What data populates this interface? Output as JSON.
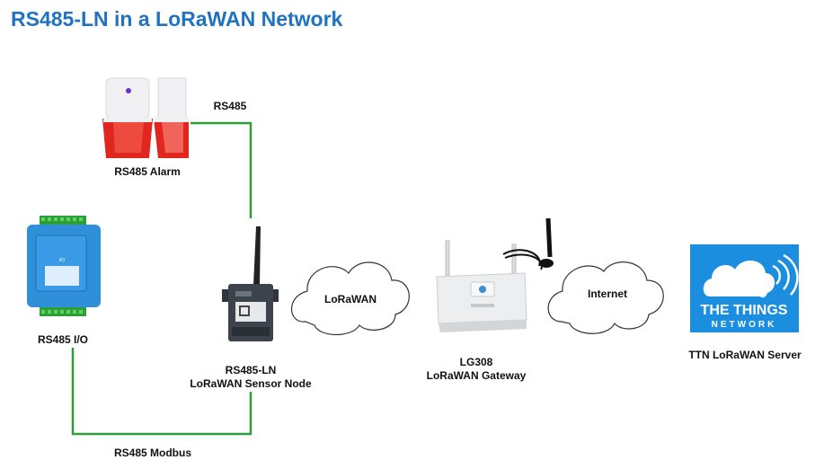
{
  "title": "RS485-LN in a LoRaWAN Network",
  "colors": {
    "title": "#1f73c0",
    "wire": "#2e9e3a",
    "alarm_red": "#e0261f",
    "io_blue": "#2f8fd8",
    "ttn_blue": "#1b8ee0"
  },
  "nodes": {
    "alarm": {
      "label": "RS485 Alarm",
      "icon": "siren-alarm-icon"
    },
    "io": {
      "label": "RS485 I/O",
      "icon": "io-module-icon"
    },
    "sensor_node": {
      "label_line1": "RS485-LN",
      "label_line2": "LoRaWAN Sensor Node",
      "icon": "sensor-node-icon"
    },
    "gateway": {
      "label_line1": "LG308",
      "label_line2": "LoRaWAN Gateway",
      "icon": "gateway-icon"
    },
    "server": {
      "label": "TTN LoRaWAN Server",
      "logo_line1": "THE THINGS",
      "logo_line2": "NETWORK",
      "icon": "ttn-logo-icon"
    }
  },
  "links": {
    "rs485": "RS485",
    "rs485_modbus": "RS485 Modbus",
    "lorawan": "LoRaWAN",
    "internet": "Internet"
  }
}
